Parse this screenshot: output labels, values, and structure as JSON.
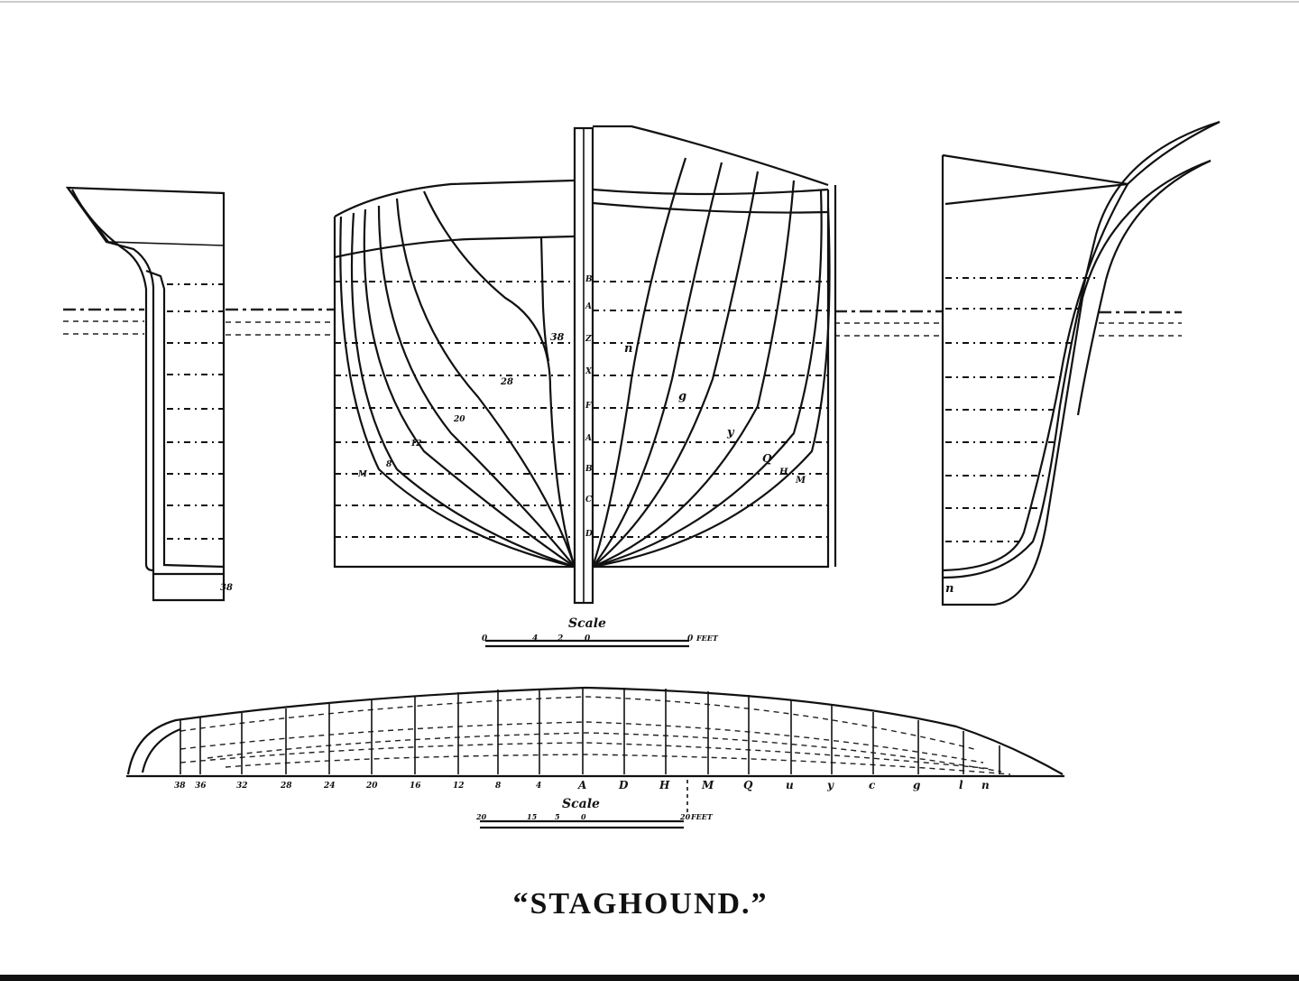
{
  "title": "“STAGHOUND.”",
  "body_plan": {
    "scale_label": "Scale",
    "scale_ticks": [
      "0",
      "4",
      "2",
      "0",
      "0"
    ],
    "scale_unit": "FEET",
    "aft_station_labels": [
      "38",
      "28",
      "20",
      "12",
      "8",
      "M"
    ],
    "fore_station_labels": [
      "n",
      "g",
      "y",
      "Q",
      "H",
      "M"
    ],
    "centerline_letters": [
      "B",
      "A",
      "Z",
      "X",
      "F",
      "A",
      "B",
      "C",
      "D"
    ]
  },
  "stern_view": {
    "label": "38"
  },
  "bow_view": {
    "label": "n"
  },
  "half_breadth": {
    "station_labels": [
      "38",
      "36",
      "32",
      "28",
      "24",
      "20",
      "16",
      "12",
      "8",
      "4",
      "A",
      "D",
      "H",
      "M",
      "Q",
      "u",
      "y",
      "c",
      "g",
      "l",
      "n"
    ],
    "scale_label": "Scale",
    "scale_ticks": [
      "20",
      "15",
      "5",
      "0",
      "20"
    ],
    "scale_unit": "FEET"
  }
}
